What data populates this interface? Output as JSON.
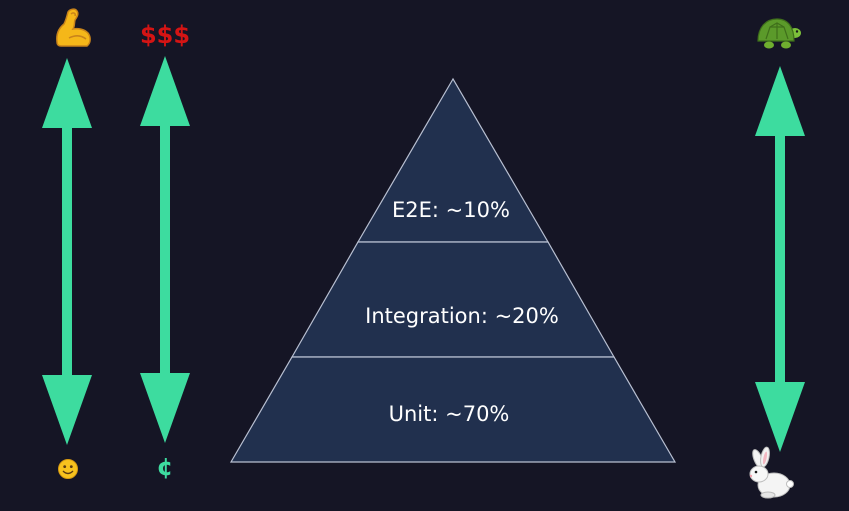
{
  "colors": {
    "background": "#151525",
    "arrow": "#3ddc9f",
    "pyramid_fill": "#21304e",
    "pyramid_stroke": "#b9c0d2",
    "text": "#ffffff",
    "cost_high": "#d41414",
    "cost_low": "#3ddc9f"
  },
  "pyramid": {
    "layers": [
      {
        "label": "E2E: ~10%",
        "share_percent": 10
      },
      {
        "label": "Integration: ~20%",
        "share_percent": 20
      },
      {
        "label": "Unit: ~70%",
        "share_percent": 70
      }
    ]
  },
  "scales": {
    "strength": {
      "top_icon": "flexed-biceps-icon",
      "bottom_icon": "slightly-smiling-face-icon"
    },
    "cost": {
      "top_label": "$$$",
      "bottom_label": "¢"
    },
    "speed": {
      "top_icon": "turtle-icon",
      "bottom_icon": "rabbit-icon"
    }
  }
}
